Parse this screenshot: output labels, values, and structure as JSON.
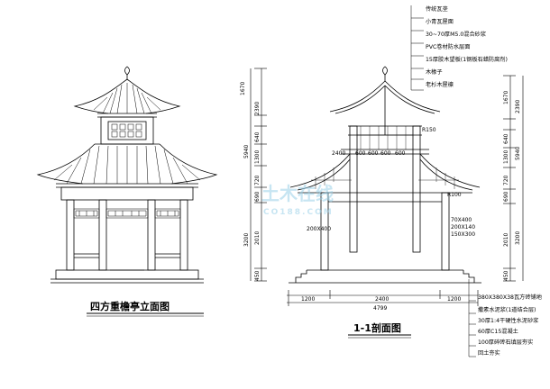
{
  "titles": {
    "elevation": "四方重檐亭立面图",
    "section": "1-1剖面图"
  },
  "watermark": {
    "main": "土木在线",
    "sub": "CO188.COM"
  },
  "elevation_dims": [
    "1670",
    "2390",
    "640",
    "5940",
    "1300",
    "720",
    "690",
    "3200",
    "2010",
    "450"
  ],
  "section_dims_right": [
    "1670",
    "2390",
    "640",
    "5940",
    "1300",
    "720",
    "690",
    "3200",
    "2010",
    "450"
  ],
  "section_top_dims": [
    "2400",
    "600",
    "600",
    "600",
    "600"
  ],
  "section_bottom_dims": [
    "1200",
    "2400",
    "1200",
    "4799"
  ],
  "section_labels": {
    "r150": "R150",
    "r100": "R100",
    "post": "200X400",
    "beam1": "70X400",
    "beam2": "200X140",
    "beam3": "150X300"
  },
  "roof_notes": [
    "传统瓦垄",
    "小青瓦屋面",
    "30~70厚M5.0混合砂浆",
    "PVC卷材防水层面",
    "15厚胶木望板(1钢板石蜡防腐剂)",
    "木椽子",
    "老杉木屋檩"
  ],
  "base_notes": [
    "380X380X38瓦方砖铺地",
    "撒素水泥浆(1道结合层)",
    "30厚1:4干硬性水泥砂浆",
    "60厚C15混凝土",
    "100厚碎砖石填层夯实",
    "回土夯实"
  ],
  "colors": {
    "line": "#000000",
    "watermark": "#9ad0e8"
  }
}
